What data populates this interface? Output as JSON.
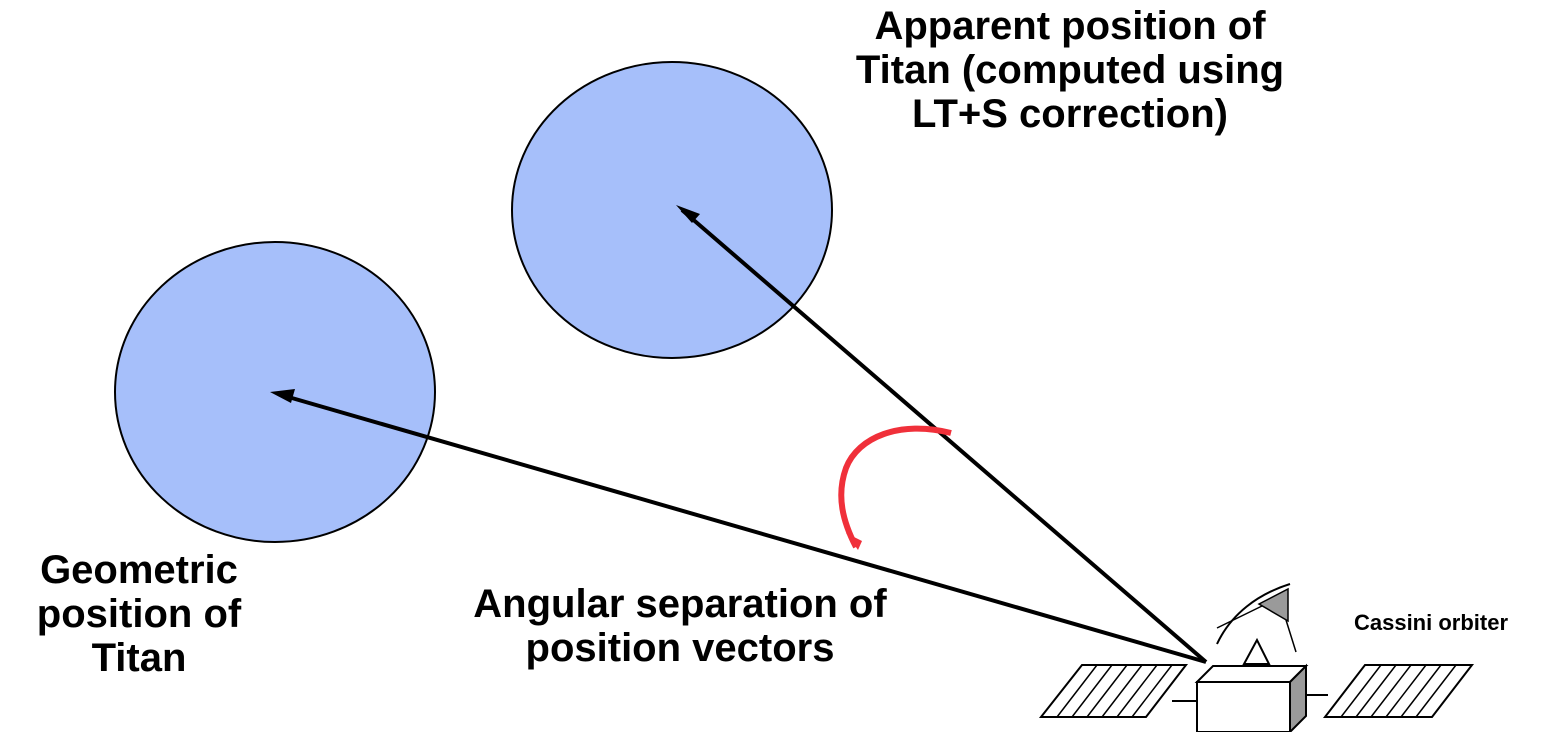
{
  "labels": {
    "apparent_position": [
      "Apparent position of",
      "Titan (computed using",
      "LT+S correction)"
    ],
    "geometric_position": [
      "Geometric",
      "position of",
      "Titan"
    ],
    "angular_separation": [
      "Angular separation of",
      "position vectors"
    ],
    "spacecraft": "Cassini orbiter"
  },
  "colors": {
    "titan_fill": "#a6bffa",
    "outline": "#000000",
    "angle_arc": "#f0303a",
    "dish": "#9a9a9a"
  }
}
